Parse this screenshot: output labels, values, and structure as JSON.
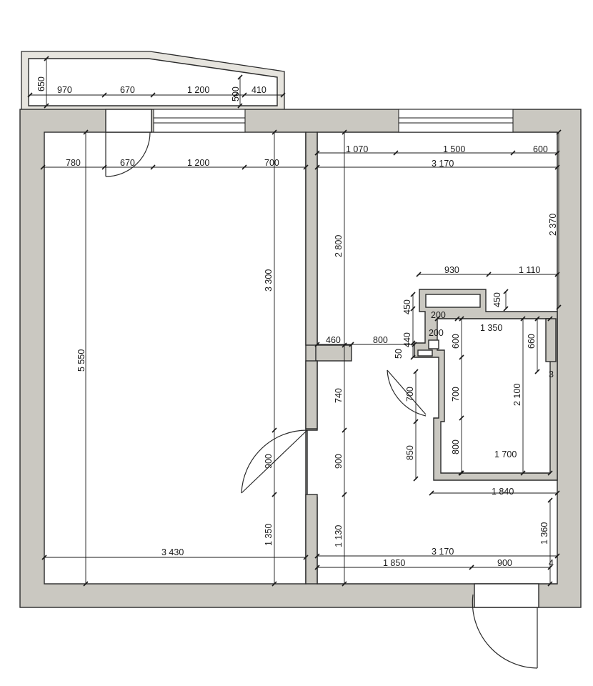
{
  "dimensions": {
    "balcony_depth": "650",
    "balcony_seg_1": "970",
    "balcony_seg_2": "670",
    "balcony_seg_3": "1 200",
    "balcony_seg_4": "500",
    "balcony_seg_5": "410",
    "room_top_1": "780",
    "room_top_2": "670",
    "room_top_3": "1 200",
    "room_top_4": "700",
    "room_height": "5 550",
    "room_inner_height": "3 300",
    "room_door": "900",
    "room_lower": "1 350",
    "room_width": "3 430",
    "kitchen_seg_1": "1 070",
    "kitchen_seg_2": "1 500",
    "kitchen_seg_3": "600",
    "kitchen_width": "3 170",
    "kitchen_right": "2 370",
    "kitchen_left": "2 800",
    "hall_460": "460",
    "hall_800": "800",
    "hall_740": "740",
    "hall_900": "900",
    "hall_1130": "1 130",
    "bath_930": "930",
    "bath_1110": "1 110",
    "bath_450a": "450",
    "bath_450b": "450",
    "bath_200a": "200",
    "bath_200b": "200",
    "bath_440": "440",
    "bath_50": "50",
    "bath_1350": "1 350",
    "bath_600": "600",
    "bath_660": "660",
    "bath_3": "3",
    "bath_700a": "700",
    "bath_700b": "700",
    "bath_2100": "2 100",
    "bath_850": "850",
    "bath_800": "800",
    "bath_1700": "1 700",
    "bath_1840": "1 840",
    "bath_1360": "1 360",
    "bottom_3170": "3 170",
    "bottom_1850": "1 850",
    "bottom_900": "900",
    "bottom_4": "4"
  },
  "colors": {
    "wall": "#cac8c1",
    "line": "#1a1a1a"
  }
}
